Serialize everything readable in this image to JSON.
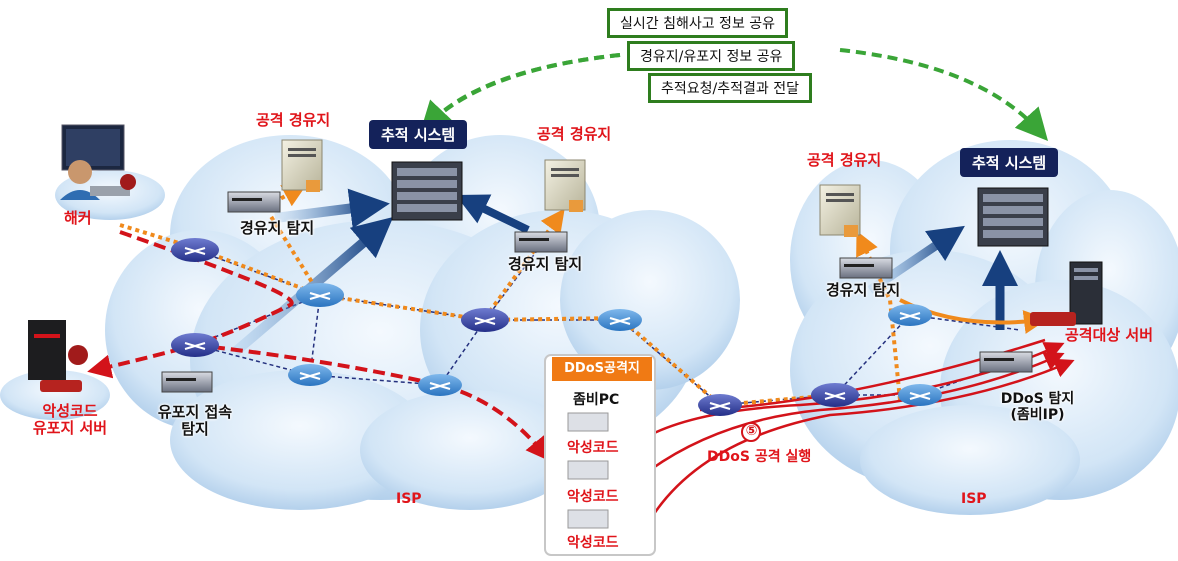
{
  "info_sharing": [
    "실시간 침해사고 정보 공유",
    "경유지/유포지 정보 공유",
    "추적요청/추적결과 전달"
  ],
  "trace_system_left": "추적 시스템",
  "trace_system_right": "추적 시스템",
  "attack_relay_1": "공격 경유지",
  "attack_relay_2": "공격 경유지",
  "attack_relay_3": "공격 경유지",
  "hacker": "해커",
  "relay_detect_1": "경유지 탐지",
  "relay_detect_2": "경유지 탐지",
  "relay_detect_3": "경유지 탐지",
  "malware_server": [
    "악성코드",
    "유포지 서버"
  ],
  "dist_detect": [
    "유포지 접속",
    "탐지"
  ],
  "ddos_zone": {
    "title": "DDoS공격지",
    "zombie": "좀비PC",
    "malware": [
      "악성코드",
      "악성코드",
      "악성코드"
    ]
  },
  "step_number": "⑤",
  "ddos_exec": "DDoS 공격 실행",
  "target_server": "공격대상 서버",
  "ddos_detect": [
    "DDoS 탐지",
    "(좀비IP)"
  ],
  "isp_left": "ISP",
  "isp_right": "ISP"
}
